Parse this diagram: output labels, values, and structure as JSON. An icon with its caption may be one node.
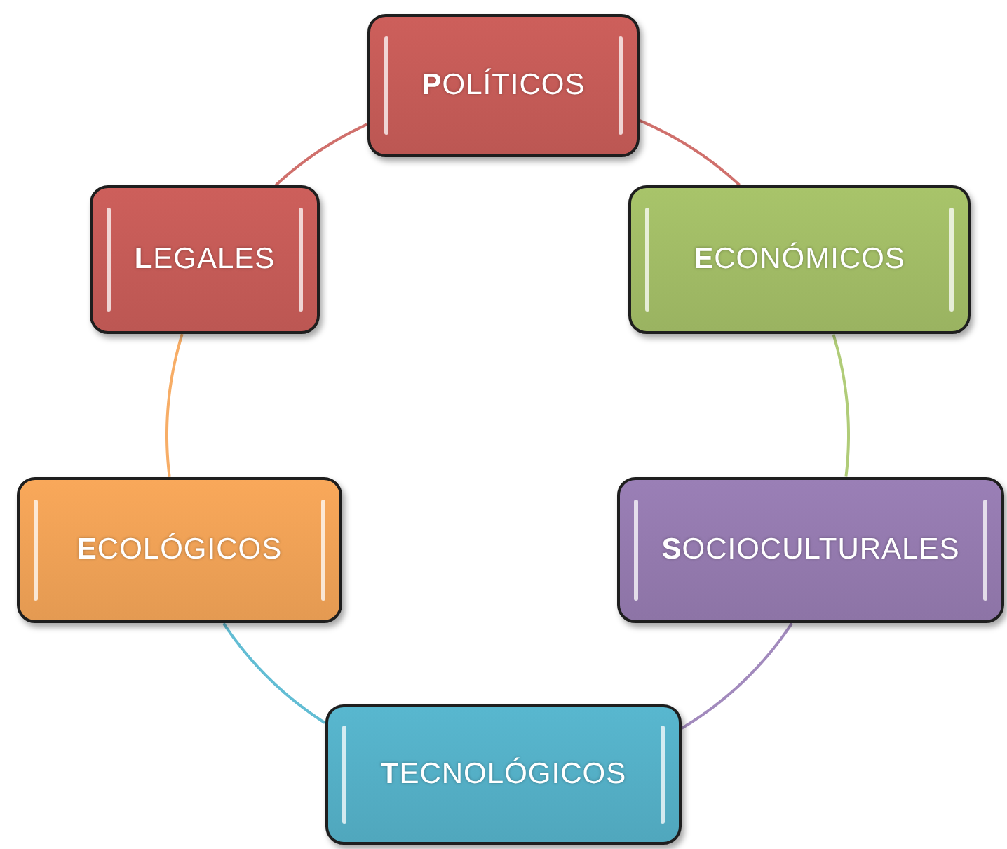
{
  "diagram": {
    "nodes": [
      {
        "text": [
          "**P**OLÍTICOS"
        ]
      },
      {
        "text": [
          "**E**CONÓMICOS"
        ]
      },
      {
        "text": [
          "**S**OCIOCULTURALES"
        ]
      },
      {
        "text": [
          "**T**ECNOLÓGICOS"
        ]
      },
      {
        "text": [
          "**E**COLÓGICOS"
        ]
      },
      {
        "text": [
          "**L**EGALES"
        ]
      }
    ],
    "edges": [
      {
        "from": 0,
        "to": 1,
        "arrow": "none",
        "color": "#d0706c"
      },
      {
        "from": 1,
        "to": 2,
        "arrow": "none",
        "color": "#b0cc78"
      },
      {
        "from": 2,
        "to": 3,
        "arrow": "none",
        "color": "#a28abd"
      },
      {
        "from": 3,
        "to": 4,
        "arrow": "none",
        "color": "#62bdd4"
      },
      {
        "from": 4,
        "to": 5,
        "arrow": "none",
        "color": "#f7ad66"
      },
      {
        "from": 5,
        "to": 0,
        "arrow": "none",
        "color": "#d0706c"
      }
    ]
  }
}
